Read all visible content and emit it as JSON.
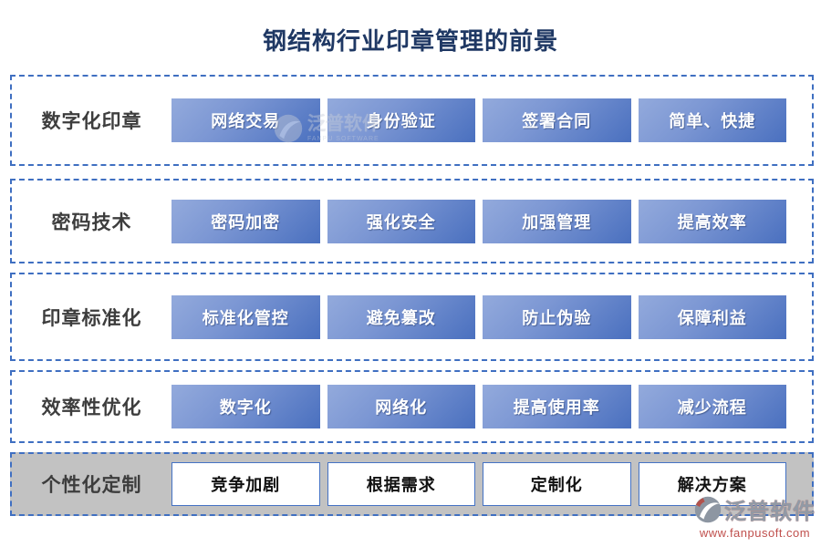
{
  "title": "钢结构行业印章管理的前景",
  "rows": [
    {
      "label": "数字化印章",
      "items": [
        "网络交易",
        "身份验证",
        "签署合同",
        "简单、快捷"
      ]
    },
    {
      "label": "密码技术",
      "items": [
        "密码加密",
        "强化安全",
        "加强管理",
        "提高效率"
      ]
    },
    {
      "label": "印章标准化",
      "items": [
        "标准化管控",
        "避免篡改",
        "防止伪验",
        "保障利益"
      ]
    },
    {
      "label": "效率性优化",
      "items": [
        "数字化",
        "网络化",
        "提高使用率",
        "减少流程"
      ]
    },
    {
      "label": "个性化定制",
      "items": [
        "竞争加剧",
        "根据需求",
        "定制化",
        "解决方案"
      ]
    }
  ],
  "watermark_inline": {
    "brand": "泛普软件",
    "sub": "FANPU SOFTWARE"
  },
  "watermark_footer": {
    "brand": "泛普软件",
    "url": "www.fanpusoft.com"
  },
  "colors": {
    "title": "#1f3864",
    "dashed_border": "#3f6fc1",
    "button_gradient_start": "#93aadc",
    "button_gradient_end": "#4a70bf",
    "button_text": "#ffffff",
    "gray_row_bg": "#c2c2c2",
    "white_button_border": "#4472c4",
    "watermark_url_red": "#c0504d"
  }
}
